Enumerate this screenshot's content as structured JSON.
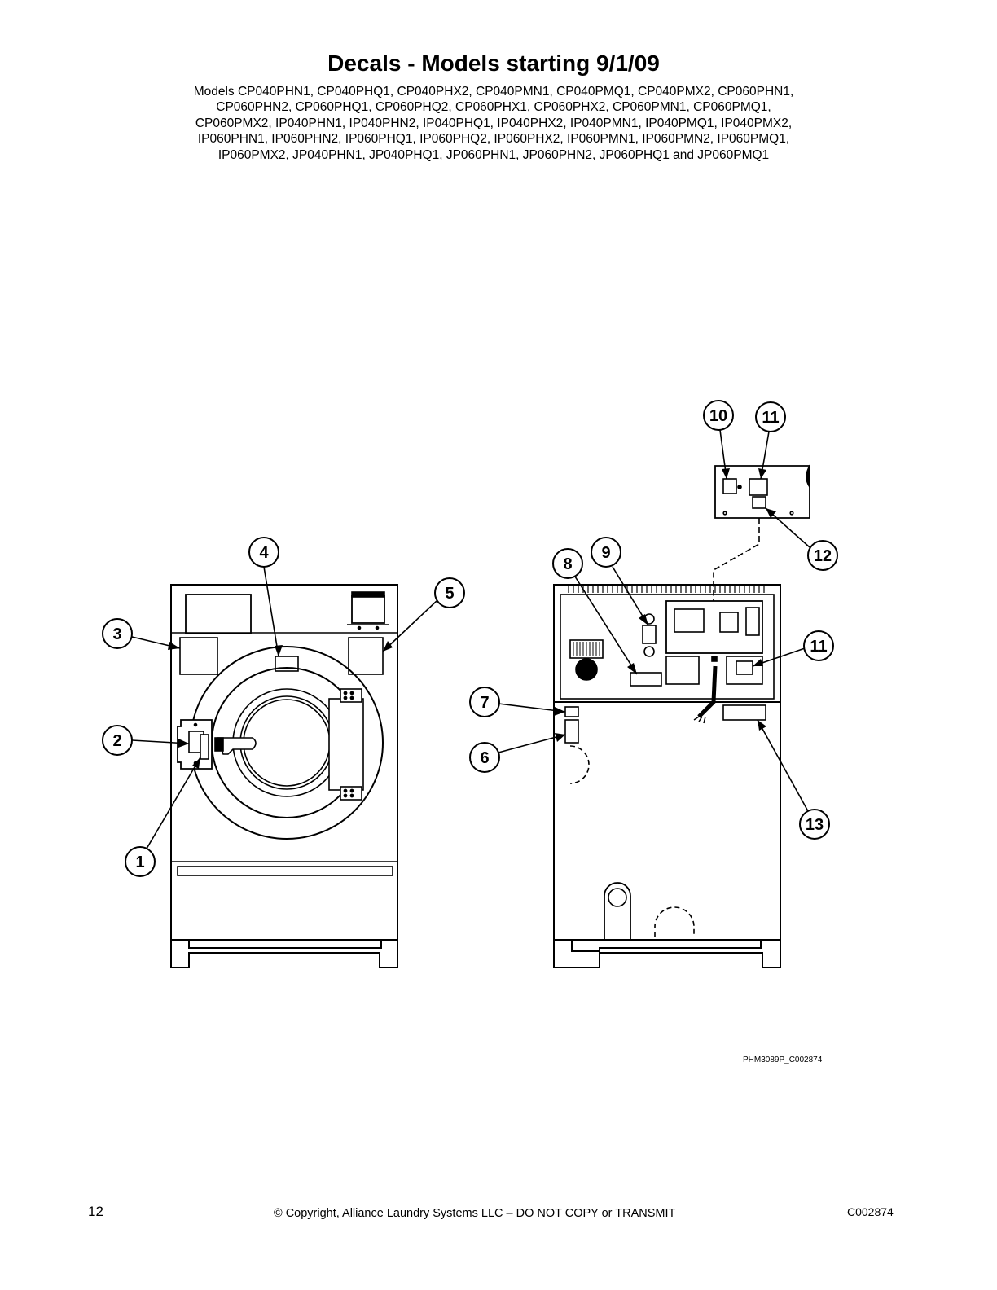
{
  "page": {
    "title": "Decals - Models starting 9/1/09",
    "model_lines": [
      "Models CP040PHN1, CP040PHQ1, CP040PHX2, CP040PMN1, CP040PMQ1, CP040PMX2, CP060PHN1,",
      "CP060PHN2, CP060PHQ1, CP060PHQ2, CP060PHX1, CP060PHX2, CP060PMN1, CP060PMQ1,",
      "CP060PMX2, IP040PHN1, IP040PHN2, IP040PHQ1, IP040PHX2, IP040PMN1, IP040PMQ1, IP040PMX2,",
      "IP060PHN1, IP060PHN2, IP060PHQ1, IP060PHQ2, IP060PHX2, IP060PMN1, IP060PMN2, IP060PMQ1,",
      "IP060PMX2, JP040PHN1, JP040PHQ1, JP060PHN1, JP060PHN2, JP060PHQ1 and JP060PMQ1"
    ],
    "figure_id": "PHM3089P_C002874",
    "footer": {
      "page_number": "12",
      "copyright": "© Copyright, Alliance Laundry Systems LLC – DO NOT COPY or TRANSMIT",
      "doc_code": "C002874"
    }
  },
  "callouts": [
    "1",
    "2",
    "3",
    "4",
    "5",
    "6",
    "7",
    "8",
    "9",
    "10",
    "11",
    "11",
    "12",
    "13"
  ]
}
